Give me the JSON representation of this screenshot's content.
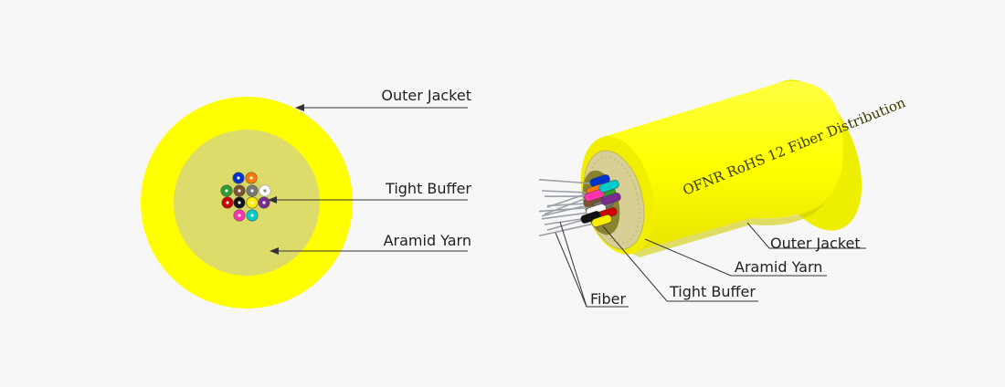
{
  "diagram": {
    "cross_section_labels": {
      "outer_jacket": "Outer Jacket",
      "tight_buffer": "Tight Buffer",
      "aramid_yarn": "Aramid Yarn"
    },
    "side_view_labels": {
      "outer_jacket": "Outer Jacket",
      "aramid_yarn": "Aramid Yarn",
      "tight_buffer": "Tight Buffer",
      "fiber": "Fiber"
    },
    "jacket_print": "OFNR RoHS 12 Fiber Distribution"
  },
  "colors": {
    "background": "#f7f7f7",
    "jacket": "#ffff00",
    "aramid": "#dddb6a",
    "leader_line": "#333333",
    "fiber_colors": [
      "#0033cc",
      "#ff7a00",
      "#2ca02c",
      "#7a5230",
      "#777777",
      "#ffffff",
      "#cc0000",
      "#111111",
      "#ffee00",
      "#7b2d8e",
      "#ff33aa",
      "#00cccc"
    ]
  },
  "fiber_ids": [
    "1",
    "2",
    "3",
    "4",
    "5",
    "6",
    "7",
    "8",
    "9",
    "10",
    "11",
    "12"
  ]
}
